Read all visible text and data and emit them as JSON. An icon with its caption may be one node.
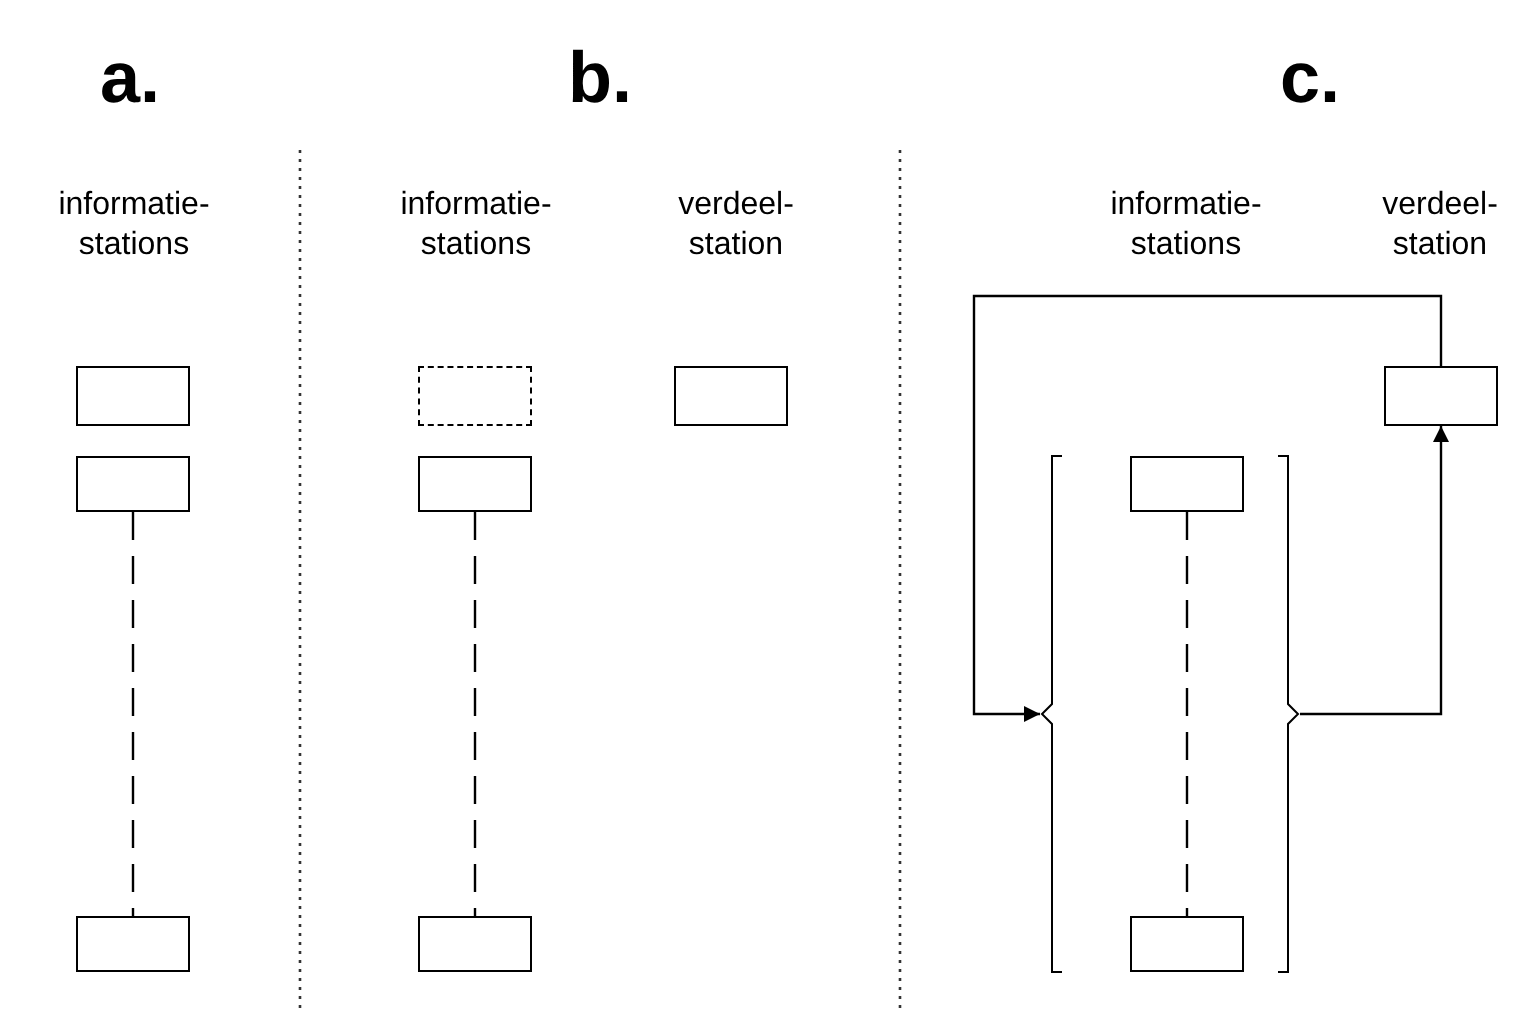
{
  "diagram": {
    "nodes": [
      {
        "text": [],
        "shape": "box"
      },
      {
        "text": [],
        "shape": "box"
      },
      {
        "text": [],
        "shape": "box"
      },
      {
        "text": [],
        "shape": "box"
      },
      {
        "text": [],
        "shape": "box"
      },
      {
        "text": [],
        "shape": "box"
      },
      {
        "text": [],
        "shape": "box"
      },
      {
        "text": [],
        "shape": "bracket"
      },
      {
        "text": [],
        "shape": "box",
        "in": 7
      },
      {
        "text": [],
        "shape": "box",
        "in": 7
      },
      {
        "text": [],
        "shape": "box"
      }
    ],
    "edges": [
      {
        "from": 1,
        "to": 2,
        "arrow": "none",
        "style": "dashed"
      },
      {
        "from": 4,
        "to": 5,
        "arrow": "none",
        "style": "dashed"
      },
      {
        "from": 8,
        "to": 9,
        "arrow": "none",
        "style": "dashed"
      },
      {
        "from": 10,
        "to": 7,
        "arrow": "to"
      },
      {
        "from": 7,
        "to": 10,
        "arrow": "to"
      }
    ],
    "labels": [
      "a.",
      "b.",
      "c.",
      "informatie- stations",
      "informatie- stations",
      "verdeel- station",
      "informatie- stations",
      "verdeel- station"
    ]
  }
}
